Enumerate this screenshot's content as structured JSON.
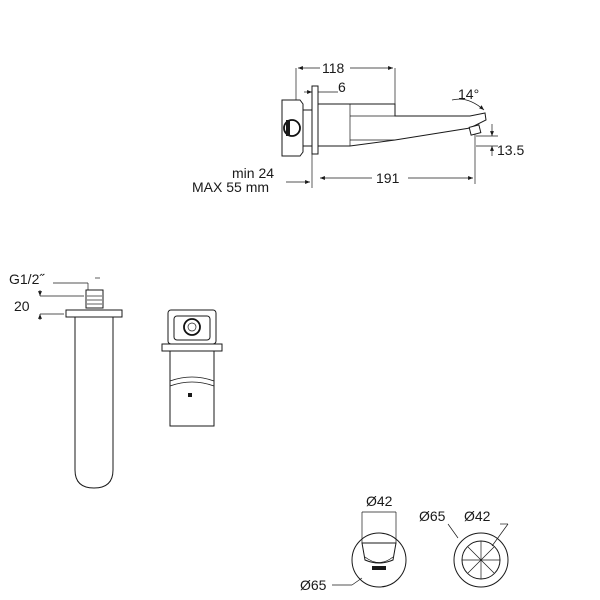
{
  "dimensions": {
    "width_118": "118",
    "depth_6": "6",
    "angle_14": "14°",
    "height_13_5": "13.5",
    "min_wall": "min 24",
    "max_wall": "MAX 55 mm",
    "spout_191": "191",
    "thread": "G1/2˝",
    "depth_20": "20",
    "dia_42_a": "Ø42",
    "dia_65_a": "Ø65",
    "dia_65_b": "Ø65",
    "dia_42_b": "Ø42"
  },
  "colors": {
    "line": "#1a1a1a",
    "background": "#ffffff"
  }
}
